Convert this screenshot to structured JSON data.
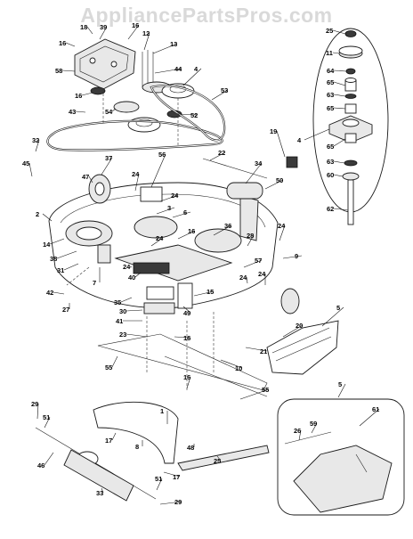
{
  "watermark": "AppliancePartsPros.com",
  "callouts": [
    {
      "id": "c18",
      "text": "18"
    },
    {
      "id": "c39",
      "text": "39"
    },
    {
      "id": "c16a",
      "text": "16"
    },
    {
      "id": "c16b",
      "text": "16"
    },
    {
      "id": "c12",
      "text": "12"
    },
    {
      "id": "c13",
      "text": "13"
    },
    {
      "id": "c58",
      "text": "58"
    },
    {
      "id": "c44",
      "text": "44"
    },
    {
      "id": "c4a",
      "text": "4"
    },
    {
      "id": "c16c",
      "text": "16"
    },
    {
      "id": "c53",
      "text": "53"
    },
    {
      "id": "c43",
      "text": "43"
    },
    {
      "id": "c54",
      "text": "54"
    },
    {
      "id": "c52",
      "text": "52"
    },
    {
      "id": "c32",
      "text": "32"
    },
    {
      "id": "c45",
      "text": "45"
    },
    {
      "id": "c37",
      "text": "37"
    },
    {
      "id": "c47",
      "text": "47"
    },
    {
      "id": "c56",
      "text": "56"
    },
    {
      "id": "c22",
      "text": "22"
    },
    {
      "id": "c19",
      "text": "19"
    },
    {
      "id": "c34",
      "text": "34"
    },
    {
      "id": "c50",
      "text": "50"
    },
    {
      "id": "c24a",
      "text": "24"
    },
    {
      "id": "c24b",
      "text": "24"
    },
    {
      "id": "c3",
      "text": "3"
    },
    {
      "id": "c6",
      "text": "6"
    },
    {
      "id": "c2",
      "text": "2"
    },
    {
      "id": "c36",
      "text": "36"
    },
    {
      "id": "c16d",
      "text": "16"
    },
    {
      "id": "c14",
      "text": "14"
    },
    {
      "id": "c38",
      "text": "38"
    },
    {
      "id": "c24c",
      "text": "24"
    },
    {
      "id": "c28",
      "text": "28"
    },
    {
      "id": "c24d",
      "text": "24"
    },
    {
      "id": "c9",
      "text": "9"
    },
    {
      "id": "c31",
      "text": "31"
    },
    {
      "id": "c7",
      "text": "7"
    },
    {
      "id": "c24e",
      "text": "24"
    },
    {
      "id": "c40",
      "text": "40"
    },
    {
      "id": "c57",
      "text": "57"
    },
    {
      "id": "c42",
      "text": "42"
    },
    {
      "id": "c27",
      "text": "27"
    },
    {
      "id": "c24f",
      "text": "24"
    },
    {
      "id": "c35",
      "text": "35"
    },
    {
      "id": "c15",
      "text": "15"
    },
    {
      "id": "c24g",
      "text": "24"
    },
    {
      "id": "c30",
      "text": "30"
    },
    {
      "id": "c49",
      "text": "49"
    },
    {
      "id": "c5a",
      "text": "5"
    },
    {
      "id": "c41",
      "text": "41"
    },
    {
      "id": "c23",
      "text": "23"
    },
    {
      "id": "c16e",
      "text": "16"
    },
    {
      "id": "c20",
      "text": "20"
    },
    {
      "id": "c21",
      "text": "21"
    },
    {
      "id": "c55a",
      "text": "55"
    },
    {
      "id": "c10",
      "text": "10"
    },
    {
      "id": "c16f",
      "text": "16"
    },
    {
      "id": "c55b",
      "text": "55"
    },
    {
      "id": "c5b",
      "text": "5"
    },
    {
      "id": "c29a",
      "text": "29"
    },
    {
      "id": "c1",
      "text": "1"
    },
    {
      "id": "c51a",
      "text": "51"
    },
    {
      "id": "c17a",
      "text": "17"
    },
    {
      "id": "c8",
      "text": "8"
    },
    {
      "id": "c48",
      "text": "48"
    },
    {
      "id": "c26",
      "text": "26"
    },
    {
      "id": "c59",
      "text": "59"
    },
    {
      "id": "c61",
      "text": "61"
    },
    {
      "id": "c25b",
      "text": "25"
    },
    {
      "id": "c46",
      "text": "46"
    },
    {
      "id": "c17b",
      "text": "17"
    },
    {
      "id": "c51b",
      "text": "51"
    },
    {
      "id": "c33",
      "text": "33"
    },
    {
      "id": "c29b",
      "text": "29"
    },
    {
      "id": "i25",
      "text": "25"
    },
    {
      "id": "i11",
      "text": "11"
    },
    {
      "id": "i64",
      "text": "64"
    },
    {
      "id": "i65a",
      "text": "65"
    },
    {
      "id": "i63a",
      "text": "63"
    },
    {
      "id": "i65b",
      "text": "65"
    },
    {
      "id": "i4",
      "text": "4"
    },
    {
      "id": "i65c",
      "text": "65"
    },
    {
      "id": "i63b",
      "text": "63"
    },
    {
      "id": "i60",
      "text": "60"
    },
    {
      "id": "i62",
      "text": "62"
    }
  ]
}
